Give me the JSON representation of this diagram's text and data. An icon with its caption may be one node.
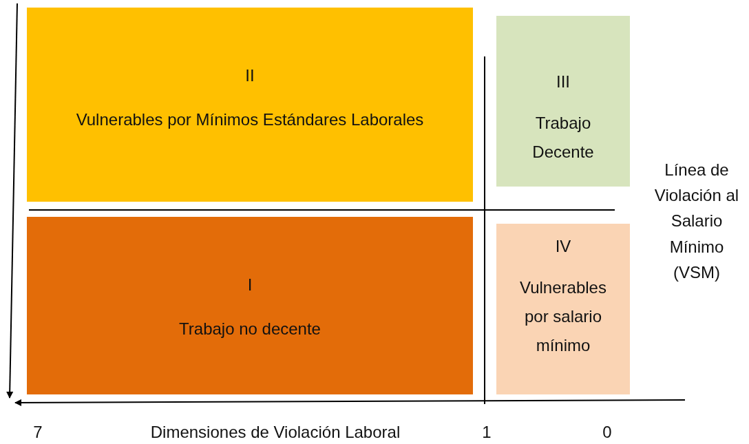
{
  "diagram": {
    "nodes": [
      {
        "text": [
          "II",
          "Vulnerables por Mínimos Estándares Laborales"
        ]
      },
      {
        "text": [
          "III",
          "Trabajo Decente"
        ]
      },
      {
        "text": [
          "I",
          "Trabajo no decente"
        ]
      },
      {
        "text": [
          "IV",
          "Vulnerables por salario mínimo"
        ]
      }
    ],
    "labels": [
      "Línea de Violación al Salario Mínimo (VSM)",
      "7",
      "Dimensiones de Violación Laboral",
      "1",
      "0"
    ]
  }
}
